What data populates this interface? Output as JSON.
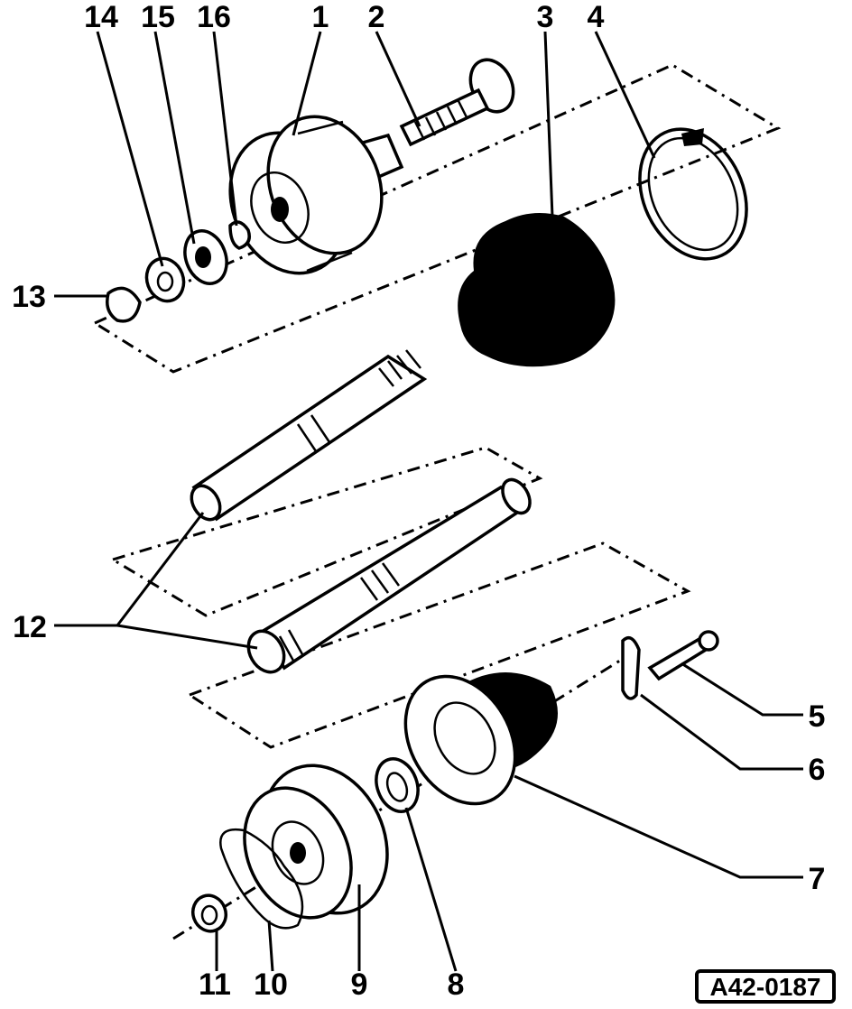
{
  "diagram": {
    "labels": [
      {
        "id": "14",
        "text": "14"
      },
      {
        "id": "15",
        "text": "15"
      },
      {
        "id": "16",
        "text": "16"
      },
      {
        "id": "1",
        "text": "1"
      },
      {
        "id": "2",
        "text": "2"
      },
      {
        "id": "3",
        "text": "3"
      },
      {
        "id": "4",
        "text": "4"
      },
      {
        "id": "13",
        "text": "13"
      },
      {
        "id": "12",
        "text": "12"
      },
      {
        "id": "5",
        "text": "5"
      },
      {
        "id": "6",
        "text": "6"
      },
      {
        "id": "7",
        "text": "7"
      },
      {
        "id": "11",
        "text": "11"
      },
      {
        "id": "10",
        "text": "10"
      },
      {
        "id": "9",
        "text": "9"
      },
      {
        "id": "8",
        "text": "8"
      }
    ],
    "reference_code": "A42-0187"
  }
}
